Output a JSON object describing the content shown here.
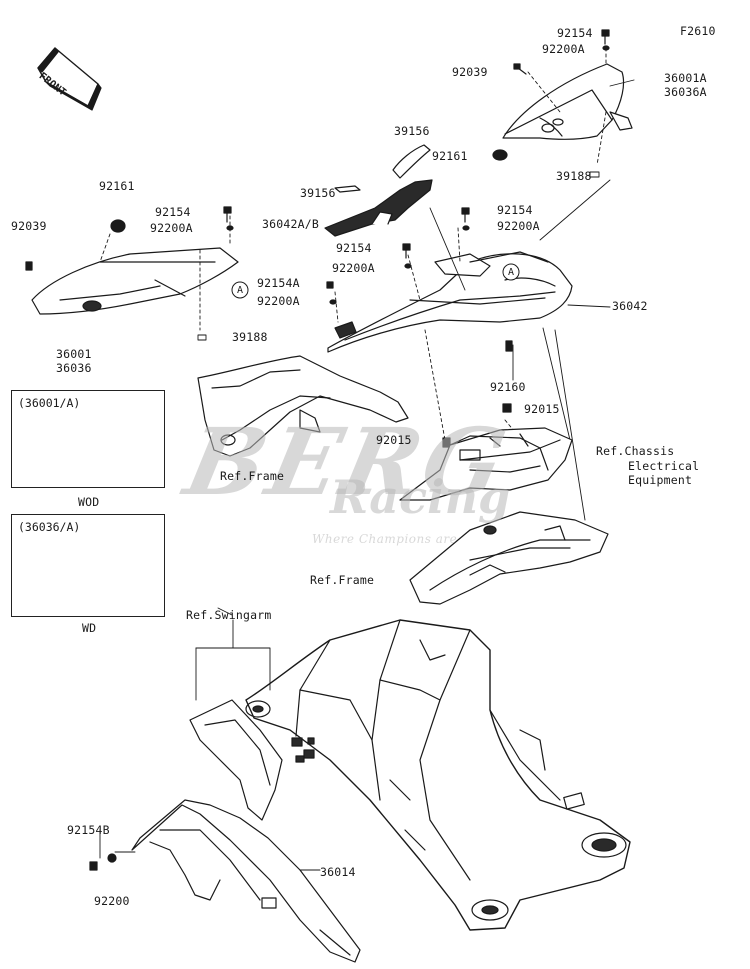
{
  "diagram_code": "F2610",
  "front_marker": "FRONT",
  "callouts": {
    "p92154_top": "92154",
    "p92200A_top": "92200A",
    "p92039_right": "92039",
    "p36001A": "36001A",
    "p36036A": "36036A",
    "p39156_a": "39156",
    "p92161_right": "92161",
    "p39156_b": "39156",
    "p39188_right": "39188",
    "p36042AB": "36042A/B",
    "p92154_mid": "92154",
    "p92200A_mid": "92200A",
    "p92154_c": "92154",
    "p92200A_c": "92200A",
    "p92154A": "92154A",
    "p92200A_d": "92200A",
    "p36042": "36042",
    "p92161_left": "92161",
    "p92039_left": "92039",
    "p92154_left": "92154",
    "p92200A_left": "92200A",
    "p39188_left": "39188",
    "p36001": "36001",
    "p36036": "36036",
    "p92160": "92160",
    "p92015_right": "92015",
    "p92015_left": "92015",
    "ref_frame_1": "Ref.Frame",
    "ref_chassis_1": "Ref.Chassis",
    "ref_chassis_2": "Electrical",
    "ref_chassis_3": "Equipment",
    "ref_frame_2": "Ref.Frame",
    "ref_swingarm": "Ref.Swingarm",
    "p92154B": "92154B",
    "p92200": "92200",
    "p36014": "36014"
  },
  "ref_marker": "A",
  "insets": [
    {
      "title": "(36001/A)",
      "caption": "WOD"
    },
    {
      "title": "(36036/A)",
      "caption": "WD"
    }
  ],
  "watermark": {
    "brand": "BERG",
    "sub": "Racing",
    "tagline": "Where Champions are"
  },
  "colors": {
    "line": "#1a1a1a",
    "part_fill": "#ffffff",
    "dark_fill": "#2a2a2a",
    "watermark": "#b9b9b9"
  }
}
